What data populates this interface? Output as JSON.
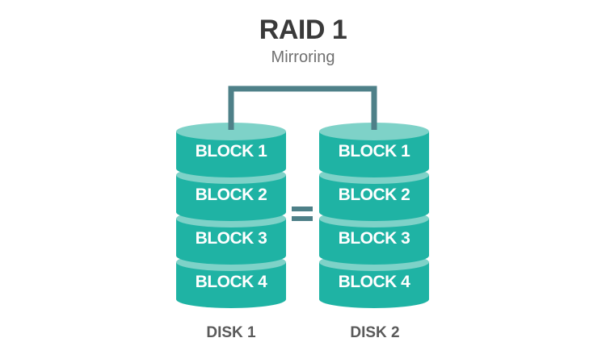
{
  "header": {
    "title": "RAID 1",
    "subtitle": "Mirroring"
  },
  "colors": {
    "disk_side": "#1fb3a4",
    "disk_top": "#7ed2c8",
    "connector": "#4e8088",
    "equals": "#4e8088",
    "block_text": "#ffffff"
  },
  "operator": "=",
  "disks": [
    {
      "label": "DISK 1",
      "blocks": [
        "BLOCK 1",
        "BLOCK 2",
        "BLOCK 3",
        "BLOCK 4"
      ]
    },
    {
      "label": "DISK 2",
      "blocks": [
        "BLOCK 1",
        "BLOCK 2",
        "BLOCK 3",
        "BLOCK 4"
      ]
    }
  ]
}
